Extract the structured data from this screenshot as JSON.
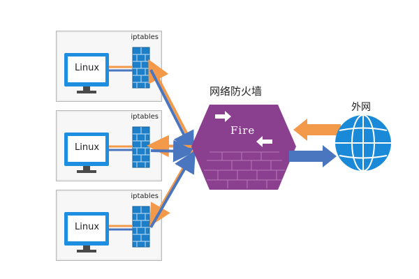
{
  "hosts": [
    {
      "os_label": "Linux",
      "firewall_label": "iptables"
    },
    {
      "os_label": "Linux",
      "firewall_label": "iptables"
    },
    {
      "os_label": "Linux",
      "firewall_label": "iptables"
    }
  ],
  "network_firewall": {
    "title": "网络防火墙",
    "sign_text": "Fire"
  },
  "internet": {
    "title": "外网"
  },
  "colors": {
    "orange": "#f2994a",
    "blue": "#4a76c0",
    "purple": "#8a3f8f",
    "monitor": "#1e8fe0",
    "globe": "#1a8ad8"
  },
  "icons": [
    "monitor-icon",
    "brick-wall-icon",
    "globe-icon",
    "arrow-icon"
  ]
}
